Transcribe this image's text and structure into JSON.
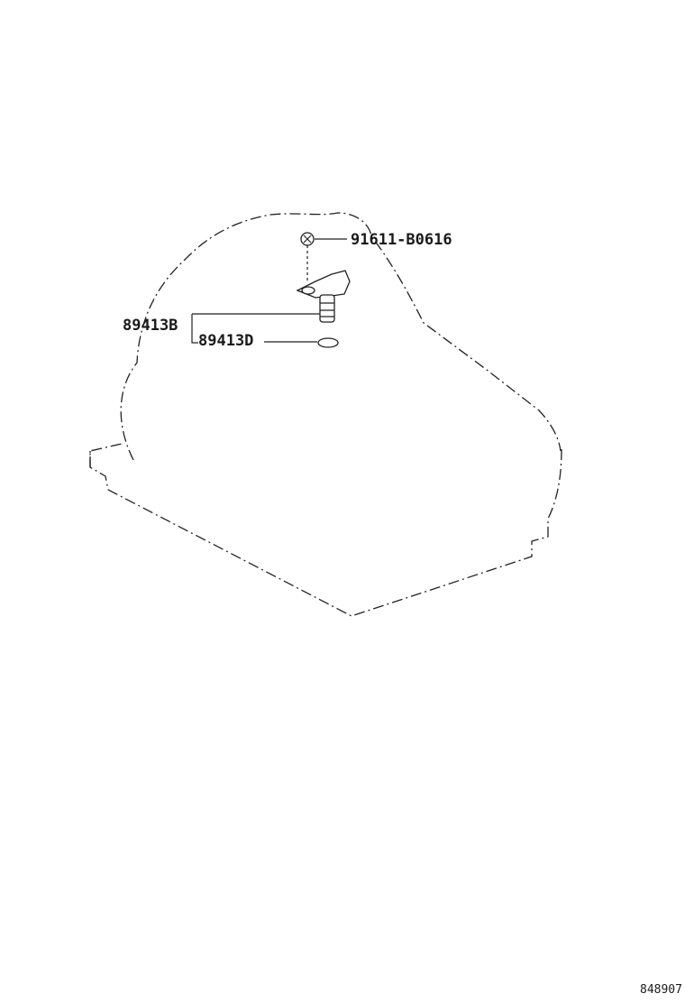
{
  "diagram": {
    "parts": [
      {
        "number": "91611-B0616",
        "name": "bolt-icon"
      },
      {
        "number": "89413B",
        "name": "speed-sensor-icon"
      },
      {
        "number": "89413D",
        "name": "o-ring-icon"
      }
    ],
    "figure_number": "848907"
  }
}
